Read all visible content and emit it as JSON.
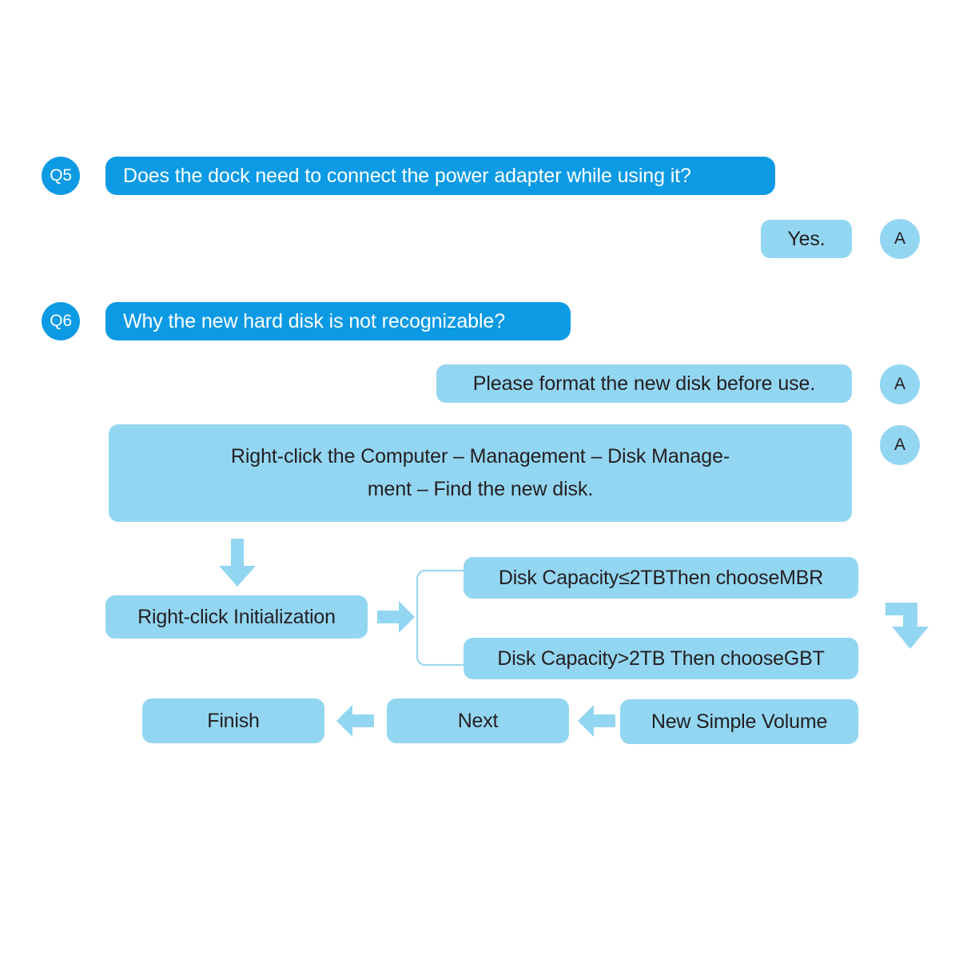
{
  "page": {
    "title": "FAQ — Hard disk dock questions and disk initialization flow",
    "background_color": "#ffffff",
    "accent_dark_blue": "#0c9ae5",
    "accent_light_blue": "#93d6f2",
    "text_dark": "#231f20",
    "text_light": "#ffffff"
  },
  "faq": [
    {
      "badge": "Q5",
      "question": "Does the dock need to connect the power adapter while using it?",
      "answers": [
        {
          "badge": "A",
          "text": "Yes."
        }
      ]
    },
    {
      "badge": "Q6",
      "question": "Why the new hard disk is not recognizable?",
      "answers": [
        {
          "badge": "A",
          "text": "Please format the new disk before use."
        },
        {
          "badge": "A",
          "line1": "Right-click the Computer – Management – Disk Manage-",
          "line2": "ment – Find the new disk."
        }
      ]
    }
  ],
  "flow": {
    "steps": {
      "initialization": "Right-click Initialization",
      "mbr_branch": "Disk Capacity≤2TBThen chooseMBR",
      "gbt_branch": "Disk Capacity>2TB Then chooseGBT",
      "new_simple_volume": "New Simple Volume",
      "next": "Next",
      "finish": "Finish"
    },
    "arrows": {
      "down_to_initialization": "arrow-down",
      "right_to_branch": "arrow-right",
      "branch_bracket": "bracket-open",
      "elbow_right_down": "arrow-elbow-right-down",
      "volume_to_next": "arrow-left",
      "next_to_finish": "arrow-left"
    }
  }
}
